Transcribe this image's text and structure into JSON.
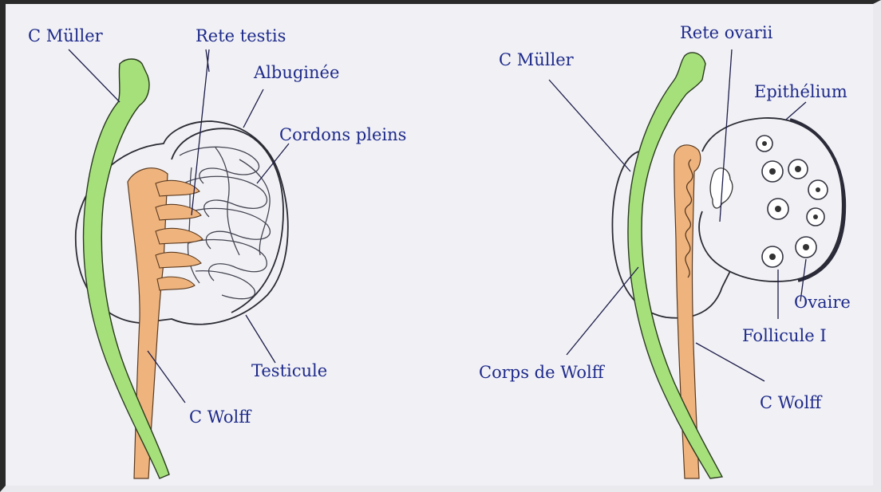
{
  "left_panel": {
    "labels": {
      "c_muller": "C Müller",
      "rete_testis": "Rete testis",
      "albuginee": "Albuginée",
      "cordons_pleins": "Cordons pleins",
      "testicule": "Testicule",
      "c_wolff": "C Wolff"
    }
  },
  "right_panel": {
    "labels": {
      "c_muller": "C Müller",
      "rete_ovarii": "Rete ovarii",
      "epithelium": "Epithélium",
      "ovaire": "Ovaire",
      "follicule": "Follicule I",
      "corps_de_wolff": "Corps de Wolff",
      "c_wolff": "C Wolff"
    }
  },
  "colors": {
    "muller_duct": "#a6e07a",
    "wolff_duct": "#efb47e",
    "label_text": "#1e2a8a",
    "background": "#f1f1f5"
  }
}
